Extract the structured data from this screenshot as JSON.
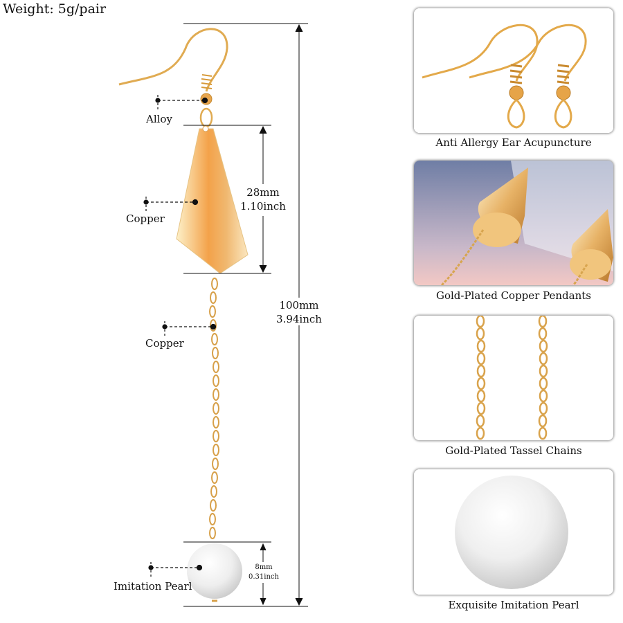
{
  "weight_text": "Weight: 5g/pair",
  "labels": {
    "alloy": "Alloy",
    "copper_pendant": "Copper",
    "copper_chain": "Copper",
    "pearl": "Imitation Pearl"
  },
  "dimensions": {
    "pendant_mm": "28mm",
    "pendant_inch": "1.10inch",
    "total_mm": "100mm",
    "total_inch": "3.94inch",
    "pearl_mm": "8mm",
    "pearl_inch": "0.31inch"
  },
  "panels": [
    {
      "caption": "Anti Allergy Ear Acupuncture"
    },
    {
      "caption": "Gold-Plated Copper Pendants"
    },
    {
      "caption": "Gold-Plated Tassel Chains"
    },
    {
      "caption": "Exquisite Imitation Pearl"
    }
  ],
  "colors": {
    "gold": "#e3a94a",
    "gold_light": "#f6d79a",
    "pearl": "#f2f2f2"
  }
}
